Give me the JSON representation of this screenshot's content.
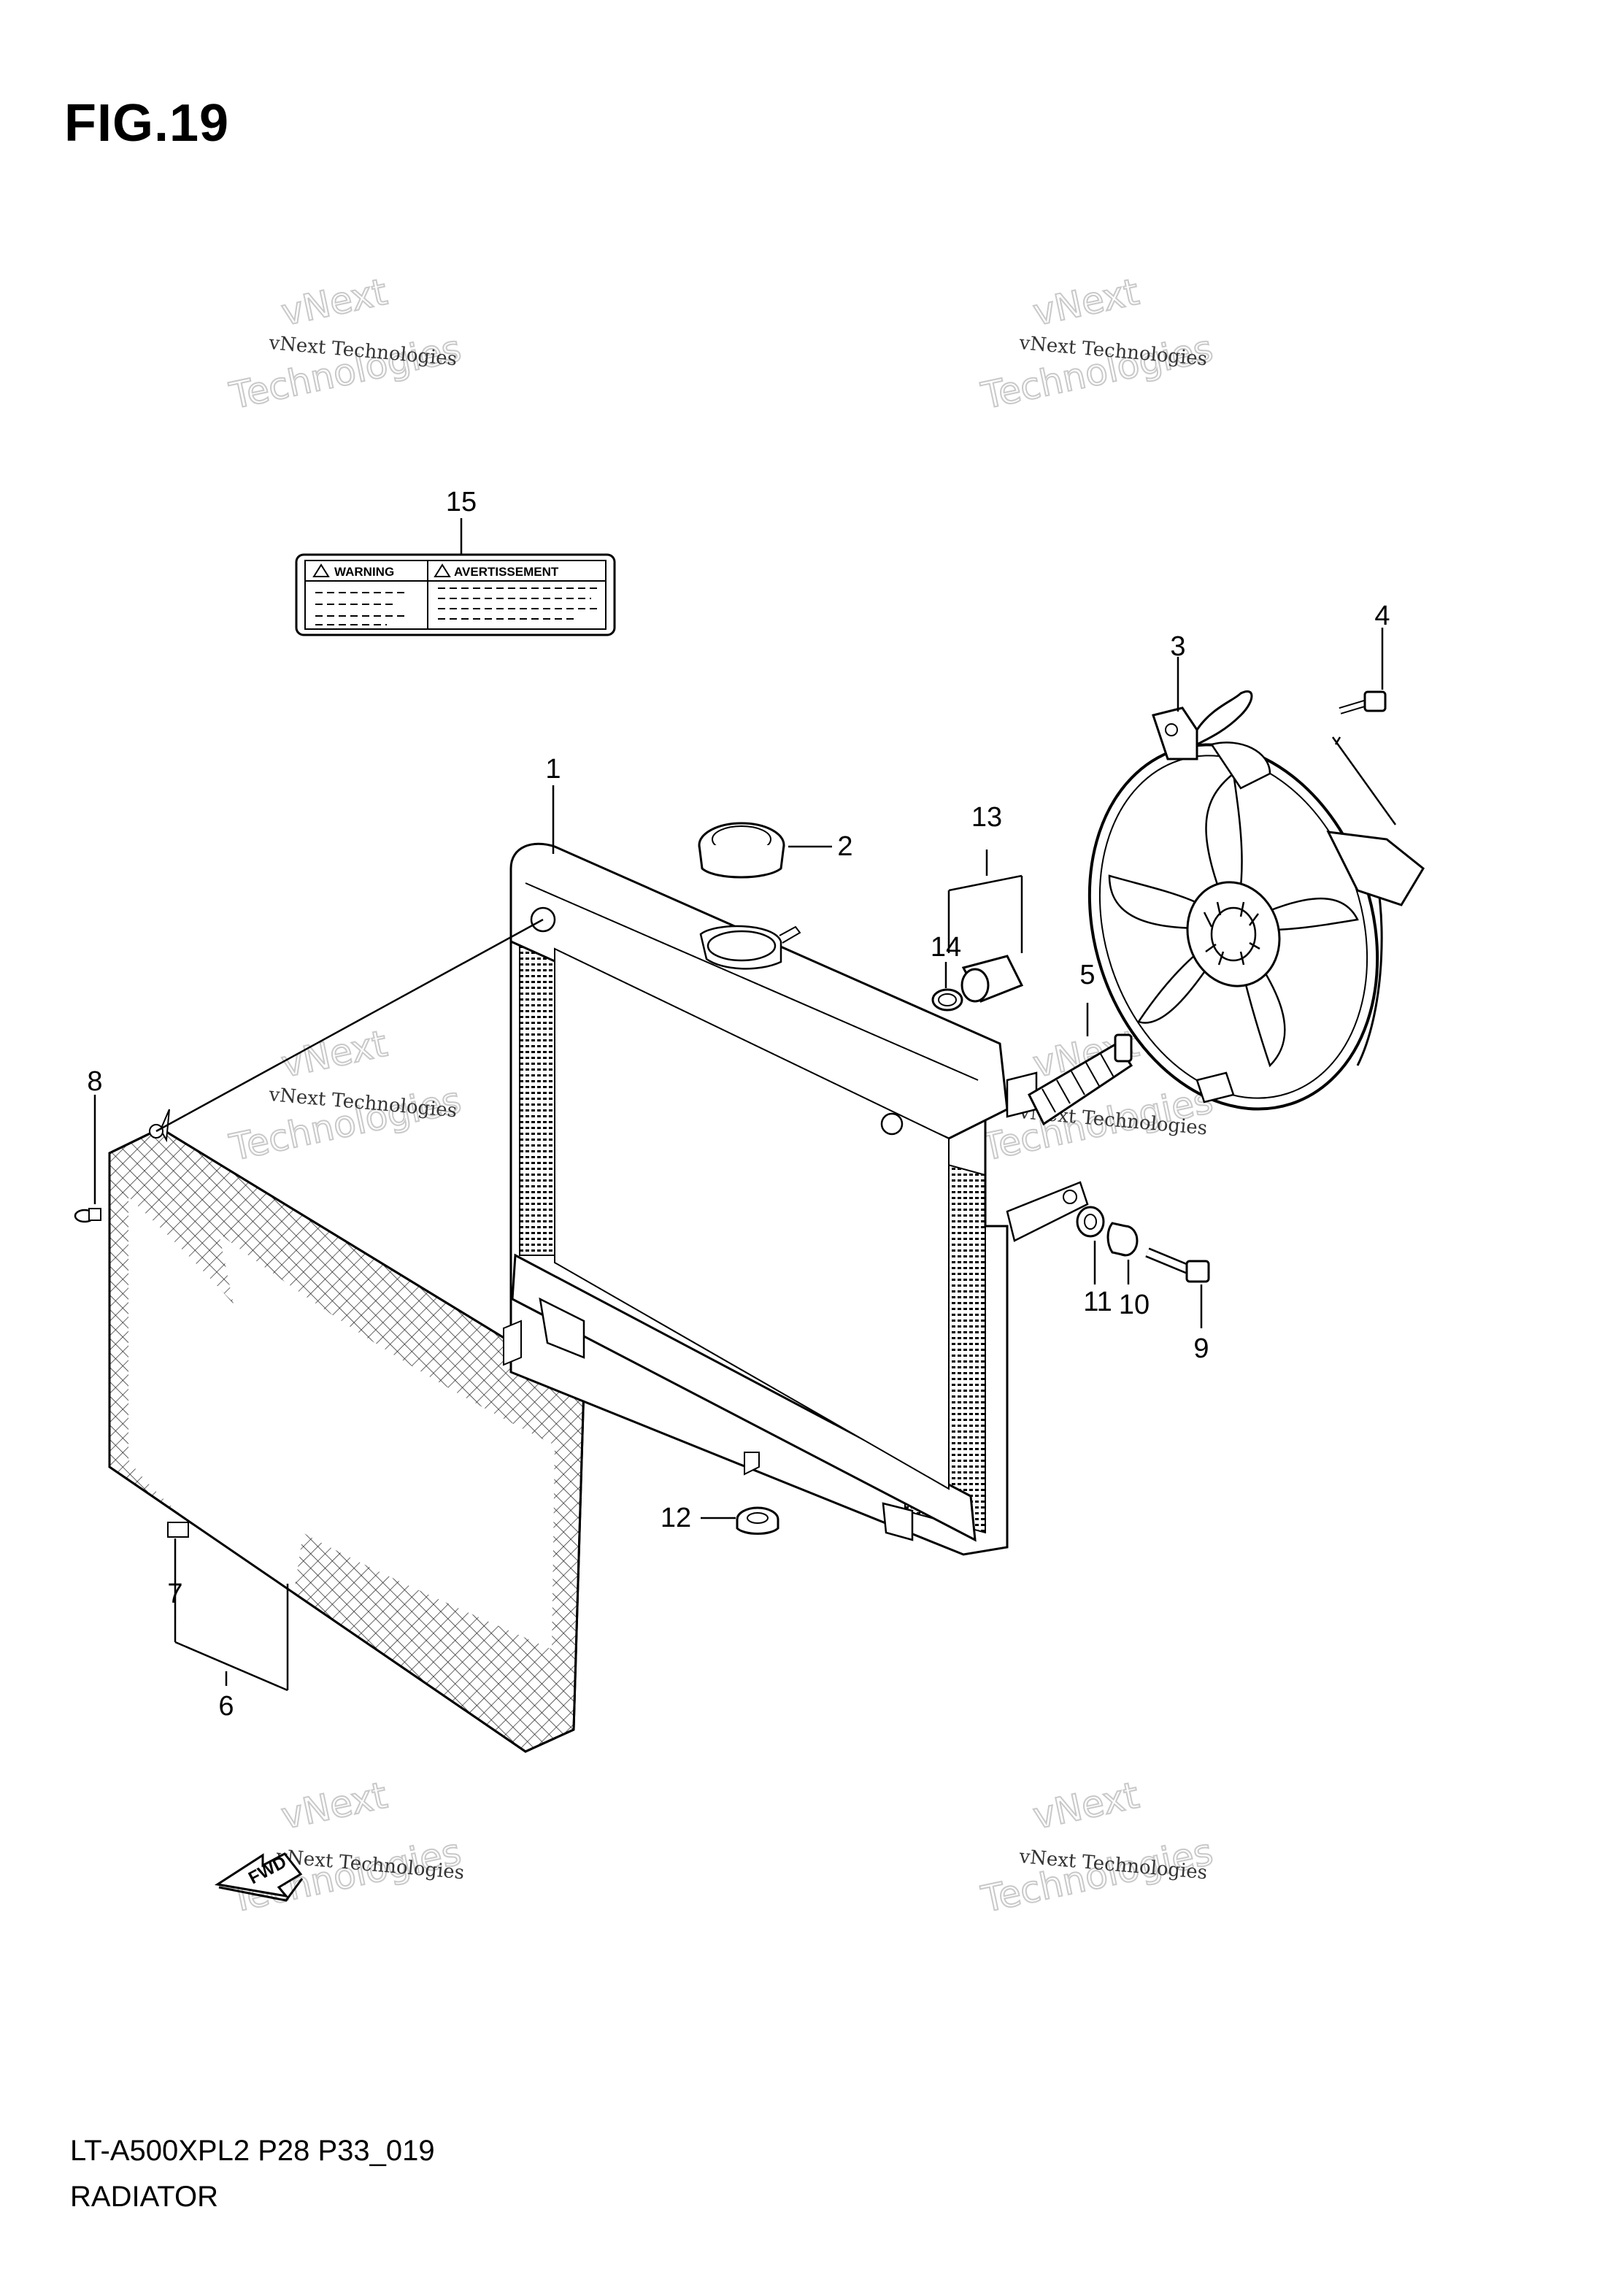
{
  "figure": {
    "title": "FIG.19"
  },
  "footer": {
    "model_line": "LT-A500XPL2 P28 P33_019",
    "part_name": "RADIATOR"
  },
  "callouts": [
    "1",
    "2",
    "3",
    "4",
    "5",
    "6",
    "7",
    "8",
    "9",
    "10",
    "11",
    "12",
    "13",
    "14",
    "15"
  ],
  "warning_label": {
    "warning": "WARNING",
    "avertissement": "AVERTISSEMENT"
  },
  "fwd_arrow": {
    "text": "FWD"
  },
  "watermark": {
    "line1": "vNext Technologies",
    "line2": "vNext",
    "line3": "Technologies"
  },
  "colors": {
    "ink": "#000000",
    "watermark": "#c9c9c9",
    "background": "#ffffff"
  }
}
